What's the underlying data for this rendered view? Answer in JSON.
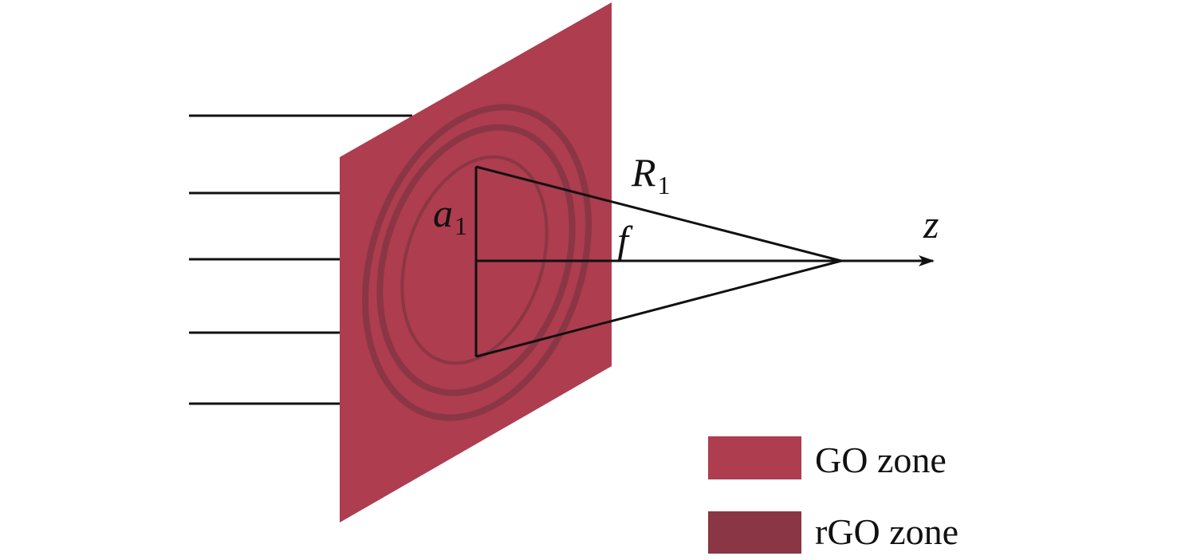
{
  "labels": {
    "radius": {
      "main": "R",
      "sub": "1"
    },
    "aperture": {
      "main": "a",
      "sub": "1"
    },
    "focal_length": "f",
    "axis": "z"
  },
  "legend": [
    {
      "key": "go",
      "label": "GO zone",
      "color": "#ad3d4f"
    },
    {
      "key": "rgo",
      "label": "rGO zone",
      "color": "#8b3644"
    }
  ],
  "colors": {
    "plate": "#ad3d4f",
    "rings": "#8b3644",
    "lines": "#111111"
  }
}
